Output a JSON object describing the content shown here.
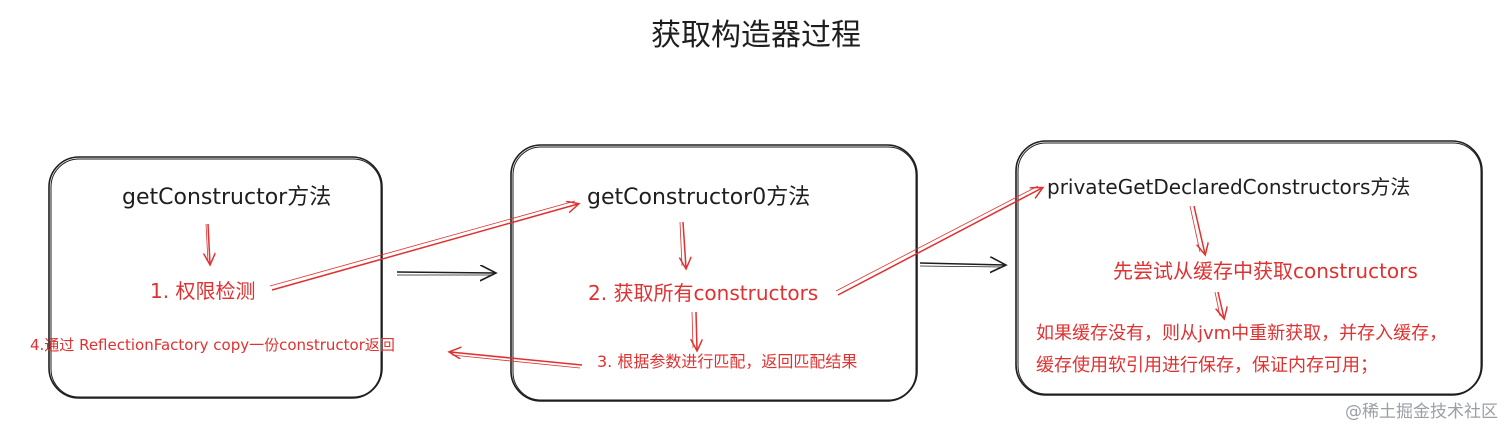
{
  "title": "获取构造器过程",
  "box1": {
    "method": "getConstructor方法",
    "step1": "1. 权限检测",
    "step4": "4.通过 ReflectionFactory copy一份constructor返回"
  },
  "box2": {
    "method": "getConstructor0方法",
    "step2": "2. 获取所有constructors",
    "step3": "3. 根据参数进行匹配，返回匹配结果"
  },
  "box3": {
    "method": "privateGetDeclaredConstructors方法",
    "cache_try": "先尝试从缓存中获取constructors",
    "cache_miss_line1": "如果缓存没有，则从jvm中重新获取，并存入缓存，",
    "cache_miss_line2": "缓存使用软引用进行保存，保证内存可用；"
  },
  "watermark": "@稀土掘金技术社区",
  "colors": {
    "ink": "#1e1e1e",
    "accent": "#e03131"
  }
}
